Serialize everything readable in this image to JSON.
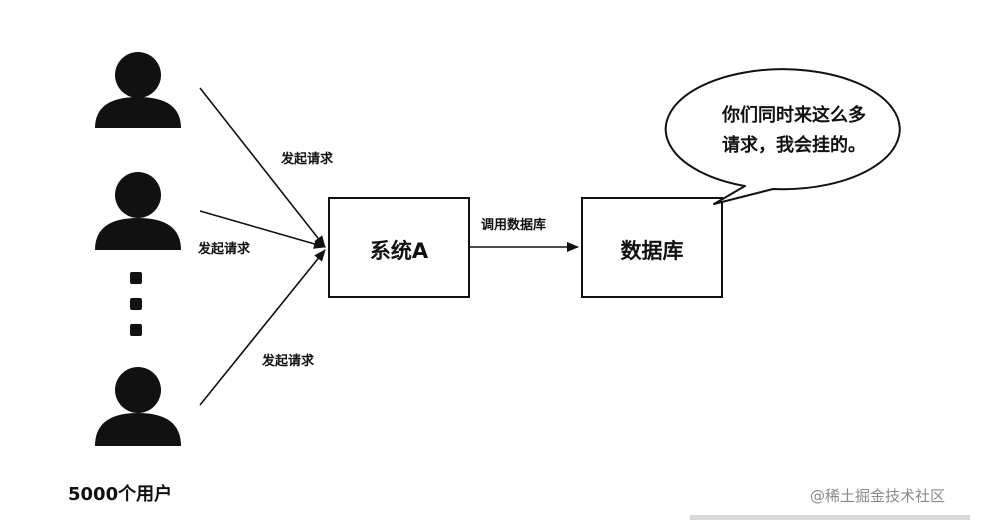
{
  "diagram": {
    "request_labels": [
      "发起请求",
      "发起请求",
      "发起请求"
    ],
    "system_box": {
      "label": "系统A"
    },
    "db_box": {
      "label": "数据库"
    },
    "call_label": "调用数据库",
    "bubble": {
      "line1": "你们同时来这么多",
      "line2": "请求，我会挂的。"
    },
    "users_label": "5000个用户",
    "watermark": "@稀土掘金技术社区"
  },
  "colors": {
    "stroke": "#111111",
    "fill": "#111111",
    "watermark": "#8a8a8a"
  }
}
